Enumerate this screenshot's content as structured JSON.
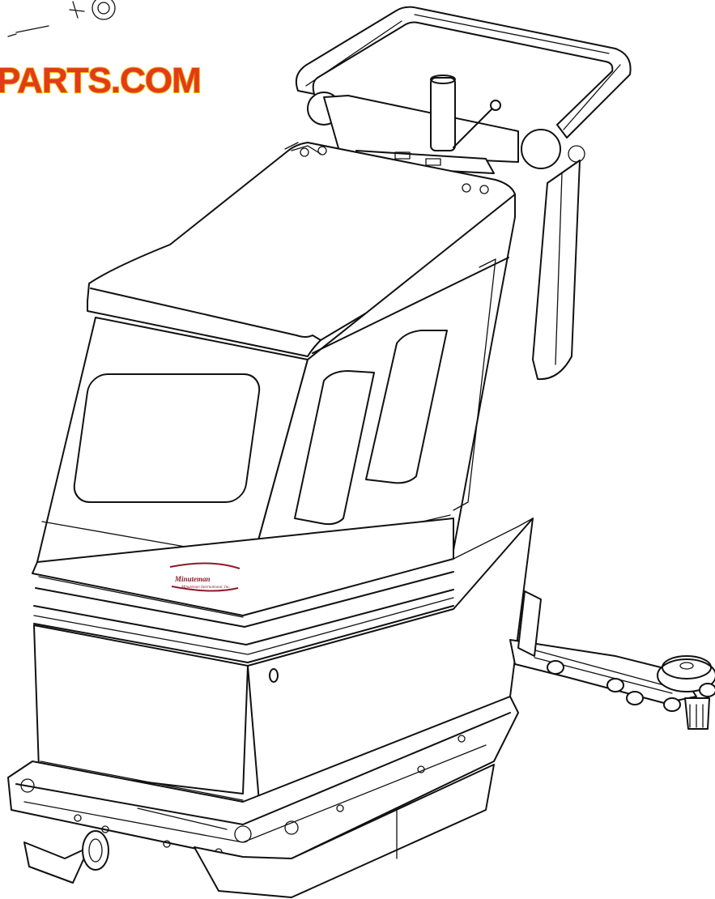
{
  "logo": {
    "text": "PARTS.COM",
    "fill_color": "#e23a1a",
    "outline_color": "#f4b400"
  },
  "machine_badge": {
    "brand": "Minuteman",
    "tagline": "Minuteman International, Inc.",
    "accent_color": "#8b1a2a"
  },
  "illustration": {
    "subject": "walk-behind floor scrubber",
    "line_color": "#111111",
    "background_color": "#ffffff"
  }
}
